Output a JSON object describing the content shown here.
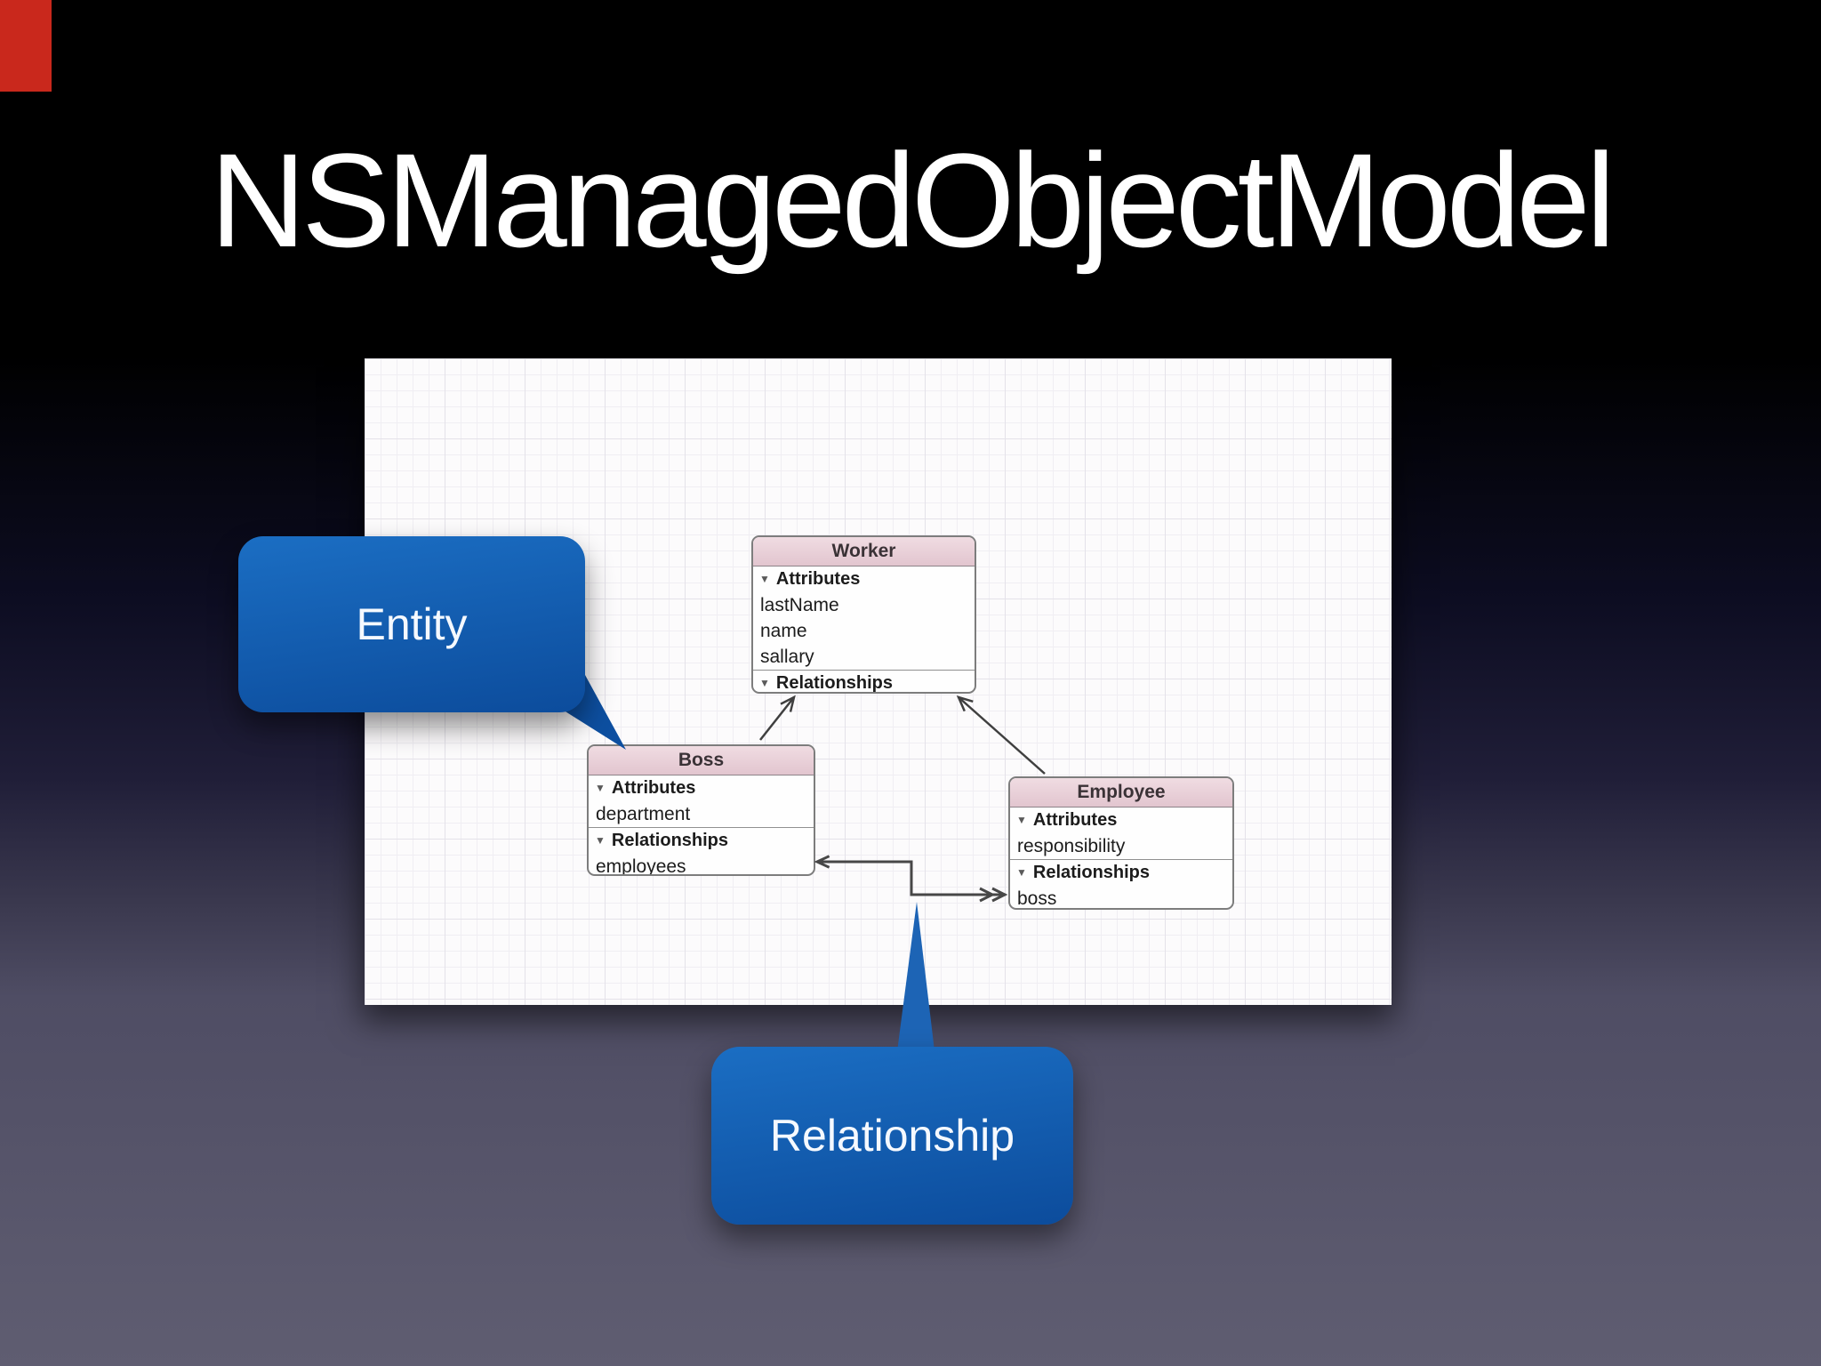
{
  "title": "NSManagedObjectModel",
  "callouts": {
    "entity": "Entity",
    "relationship": "Relationship"
  },
  "icons": {
    "disclosure": "▼"
  },
  "colors": {
    "background_top": "#000000",
    "background_bottom": "#5f5d71",
    "callout_blue_top": "#1b6ec3",
    "callout_blue_bottom": "#0c4c9c",
    "entity_header_pink": "#e7cdd6",
    "panel_white": "#fcfbfc",
    "arrow_gray": "#3f3f3f",
    "corner_marker_red": "#c9281c",
    "title_text": "#ffffff"
  },
  "diagram": {
    "entities": [
      {
        "name": "Worker",
        "sections": [
          {
            "label": "Attributes",
            "rows": [
              "lastName",
              "name",
              "sallary"
            ]
          },
          {
            "label": "Relationships",
            "rows": []
          }
        ]
      },
      {
        "name": "Boss",
        "sections": [
          {
            "label": "Attributes",
            "rows": [
              "department"
            ]
          },
          {
            "label": "Relationships",
            "rows": [
              "employees"
            ]
          }
        ]
      },
      {
        "name": "Employee",
        "sections": [
          {
            "label": "Attributes",
            "rows": [
              "responsibility"
            ]
          },
          {
            "label": "Relationships",
            "rows": [
              "boss"
            ]
          }
        ]
      }
    ]
  }
}
